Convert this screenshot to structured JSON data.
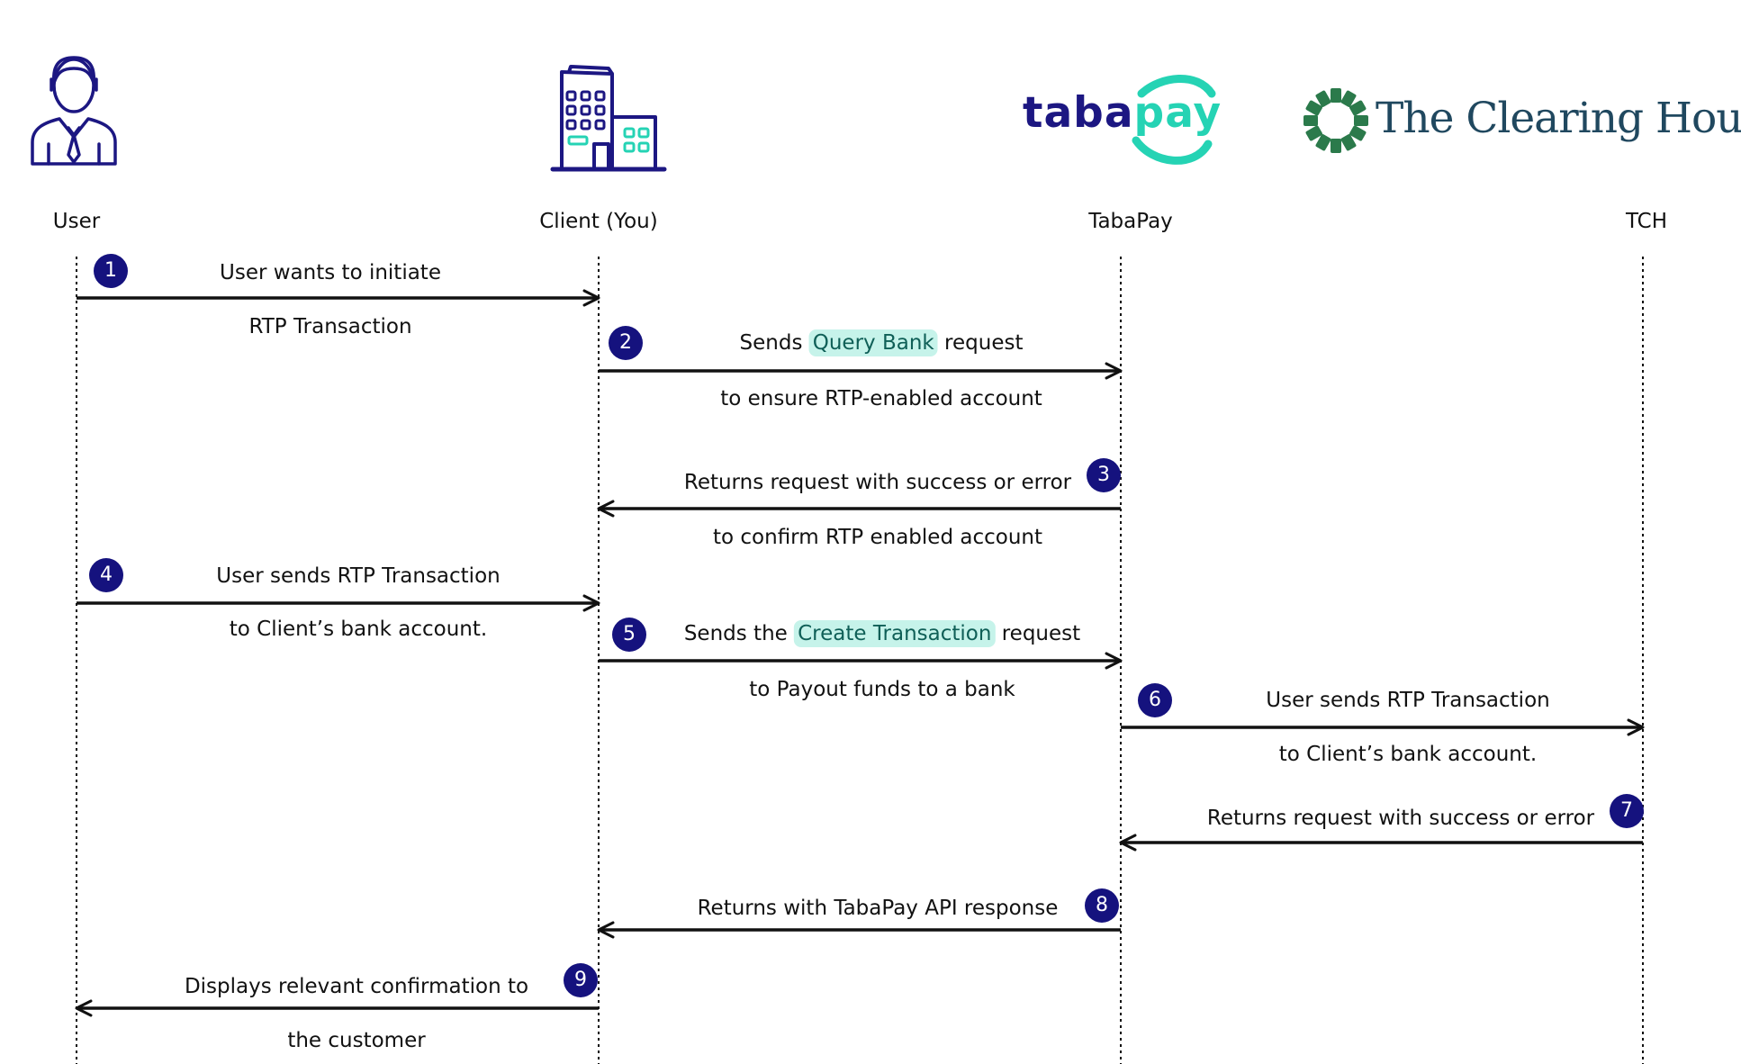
{
  "lanes": [
    {
      "id": "user",
      "label": "User"
    },
    {
      "id": "client",
      "label": "Client (You)"
    },
    {
      "id": "tabapay",
      "label": "TabaPay"
    },
    {
      "id": "tch",
      "label": "TCH"
    }
  ],
  "logos": {
    "tabapay": {
      "part1": "taba",
      "part2": "pay"
    },
    "tch": {
      "text": "The Clearing House",
      "mark": "®"
    }
  },
  "steps": [
    {
      "number": "1",
      "line1": "User wants to initiate",
      "line2": "RTP Transaction"
    },
    {
      "number": "2",
      "line1_before": "Sends",
      "line1_highlight": "Query Bank",
      "line1_after": "request",
      "line2": "to ensure RTP-enabled account"
    },
    {
      "number": "3",
      "line1": "Returns request with success or error",
      "line2": "to confirm RTP enabled account"
    },
    {
      "number": "4",
      "line1": "User sends RTP Transaction",
      "line2": "to Client’s bank account."
    },
    {
      "number": "5",
      "line1_before": "Sends the",
      "line1_highlight": "Create Transaction",
      "line1_after": "request",
      "line2": "to Payout funds to a bank"
    },
    {
      "number": "6",
      "line1": "User sends RTP Transaction",
      "line2": "to Client’s bank account."
    },
    {
      "number": "7",
      "line1": "Returns request with success or error"
    },
    {
      "number": "8",
      "line1": "Returns with TabaPay API response"
    },
    {
      "number": "9",
      "line1": "Displays relevant confirmation to",
      "line2": "the customer"
    }
  ],
  "colors": {
    "badge": "#15127e",
    "highlight_bg": "#c6f3ea",
    "tabapay_navy": "#1c1782",
    "tabapay_teal": "#25d3b4",
    "tch_green": "#2b7a4b",
    "tch_text": "#20485f",
    "icon_navy": "#1c1782"
  },
  "icons": [
    "user-person-icon",
    "office-building-icon",
    "tch-sunburst-icon"
  ]
}
